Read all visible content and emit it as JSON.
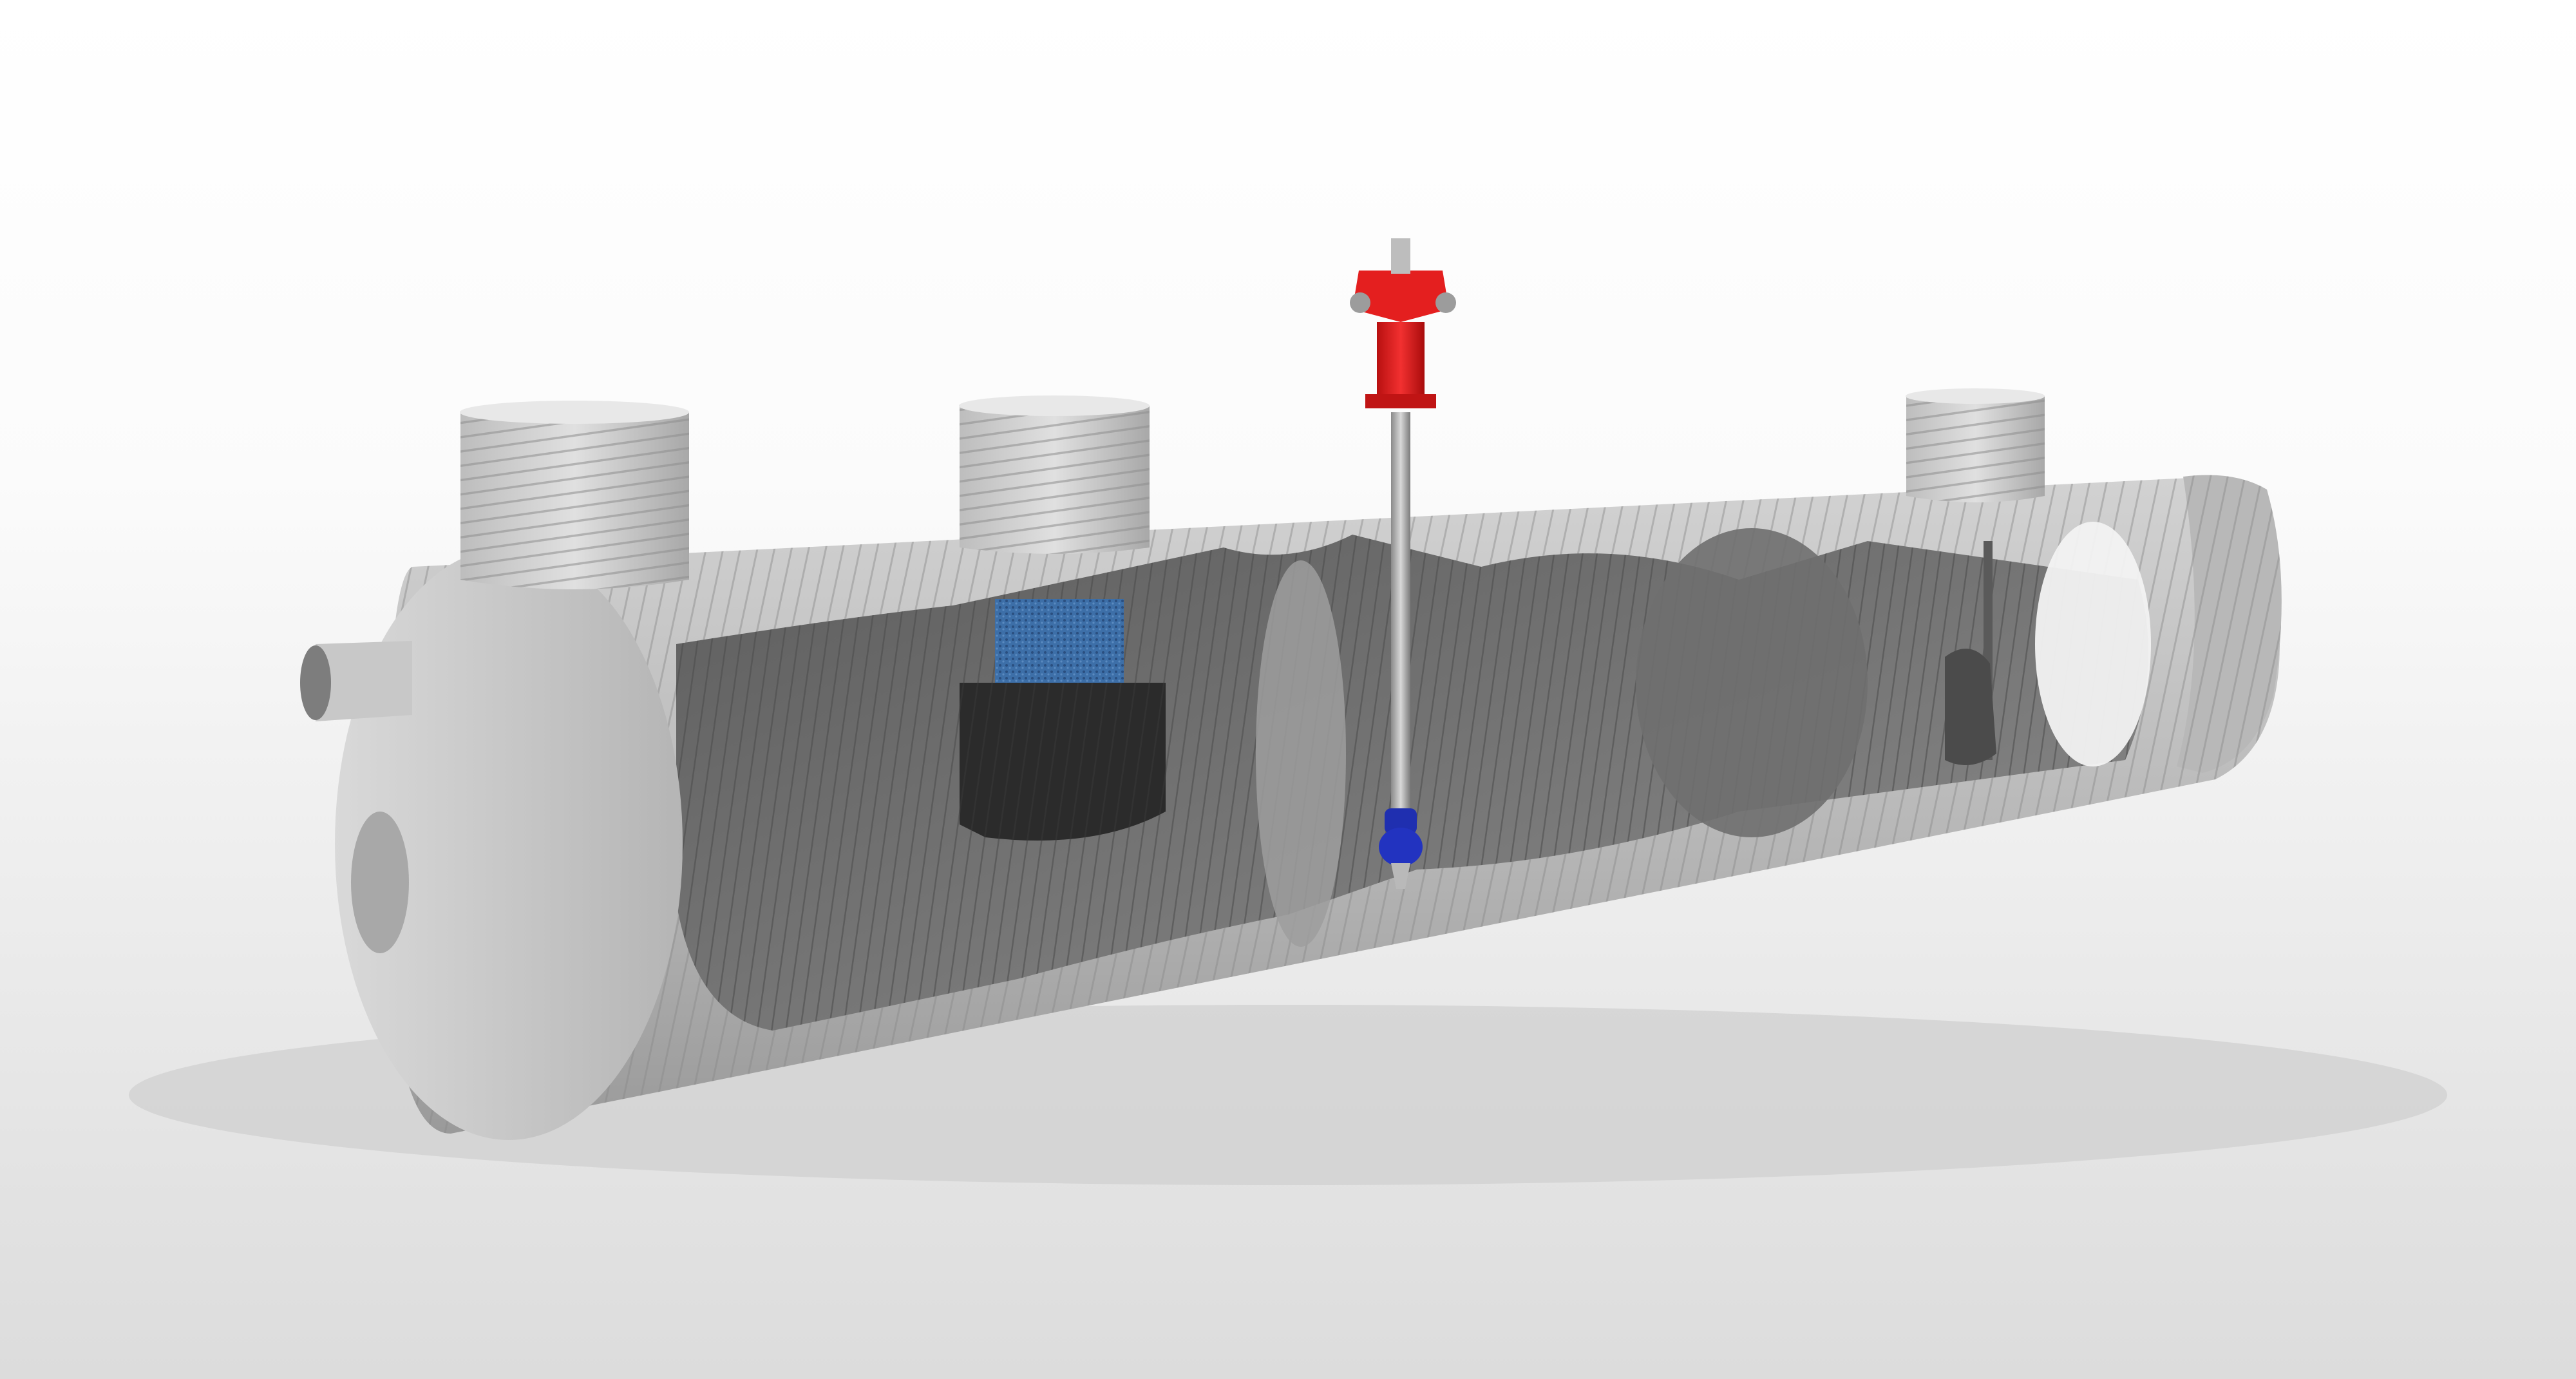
{
  "scene": {
    "subject": "underground-tank-cutaway-render",
    "colors": {
      "background_top": "#ffffff",
      "floor": "#e4e4e4",
      "tank_shell": "#c4c4c4",
      "tank_shadow": "#8f8f8f",
      "interior": "#7a7a7a",
      "hydrant_red": "#e41f1f",
      "valve_blue": "#1f2fb0",
      "filter_blue": "#3d6fa8",
      "chamber_dark": "#2a2a2a"
    },
    "components": [
      "tank-body",
      "inlet-pipe",
      "access-shaft-1",
      "access-shaft-2",
      "access-shaft-3",
      "filter-chamber",
      "fire-hydrant-standpipe",
      "gate-valve",
      "submersible-pump",
      "corrugated-end-ring"
    ]
  }
}
